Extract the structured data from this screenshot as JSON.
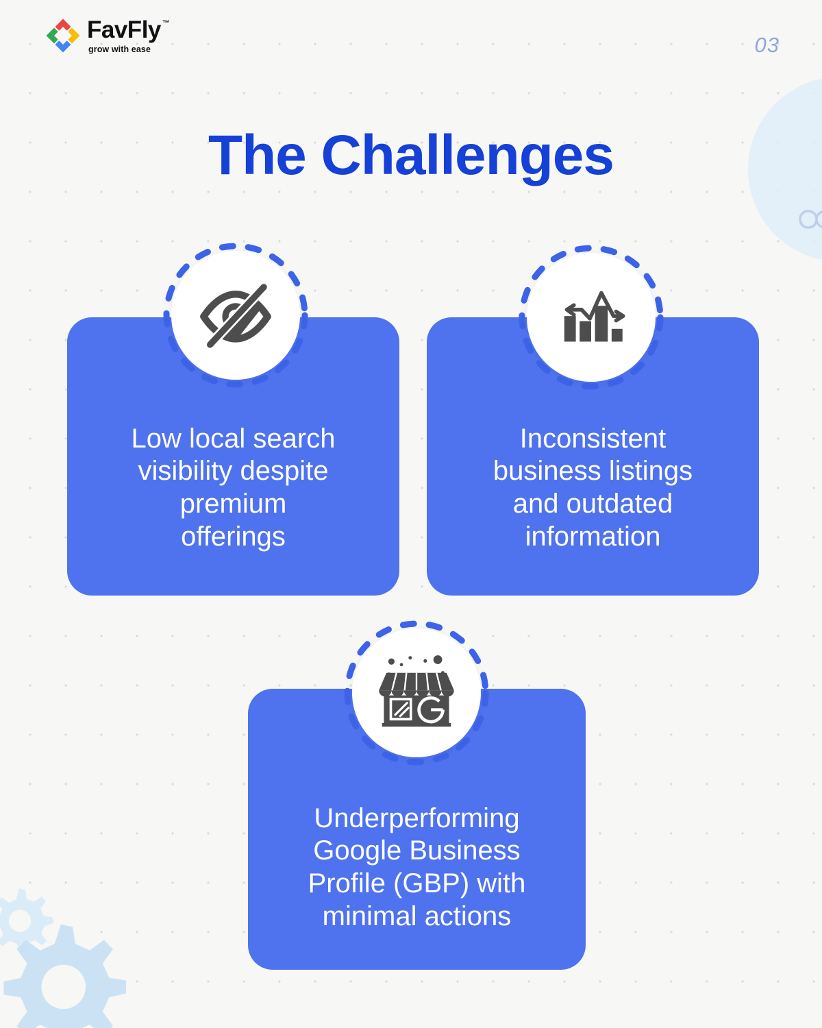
{
  "brand": {
    "name": "FavFly",
    "trademark": "™",
    "tagline": "grow with ease",
    "logo_icon": "favfly-diamond-logo",
    "logo_colors": {
      "top": "#E9473F",
      "left": "#34A853",
      "right": "#FBBC05",
      "bottom": "#4285F4"
    }
  },
  "header": {
    "page_number": "03"
  },
  "title": {
    "text": "The Challenges",
    "color": "#1641D6"
  },
  "theme": {
    "background": "#F7F7F5",
    "card_background": "#4F72EE",
    "card_text": "#FFFFFF",
    "dash_ring": "#3D63E8",
    "icon_color": "#4D4D4D",
    "page_number_color": "#8FA6DB",
    "decor_blue": "#DCEEFA",
    "decor_gear": "#C9E1F5"
  },
  "cards": [
    {
      "id": "card-1",
      "text": "Low local search\nvisibility despite\npremium\nofferings",
      "icon": "eye-off-icon"
    },
    {
      "id": "card-2",
      "text": "Inconsistent\nbusiness listings\nand outdated\ninformation",
      "icon": "declining-bar-chart-icon"
    },
    {
      "id": "card-3",
      "text": "Underperforming\nGoogle Business\nProfile (GBP) with\nminimal actions",
      "icon": "google-business-storefront-icon"
    }
  ],
  "decorations": {
    "top_right_circle": "decorative-circle",
    "infinity": "infinity-icon",
    "gear_large": "gear-icon",
    "gear_small": "gear-icon"
  }
}
